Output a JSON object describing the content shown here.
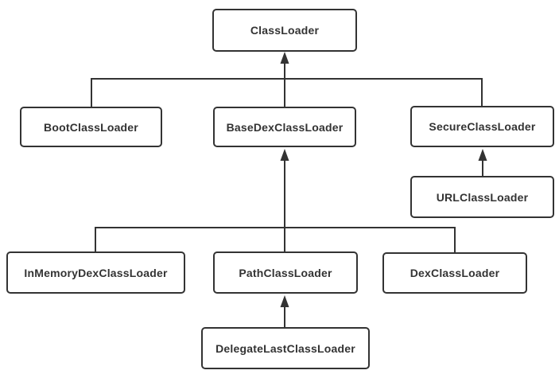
{
  "diagram": {
    "type": "class-hierarchy",
    "nodes": [
      {
        "id": "classloader",
        "label": "ClassLoader"
      },
      {
        "id": "bootclassloader",
        "label": "BootClassLoader"
      },
      {
        "id": "basedexclassloader",
        "label": "BaseDexClassLoader"
      },
      {
        "id": "secureclassloader",
        "label": "SecureClassLoader"
      },
      {
        "id": "urlclassloader",
        "label": "URLClassLoader"
      },
      {
        "id": "inmemorydexclassloader",
        "label": "InMemoryDexClassLoader"
      },
      {
        "id": "pathclassloader",
        "label": "PathClassLoader"
      },
      {
        "id": "dexclassloader",
        "label": "DexClassLoader"
      },
      {
        "id": "delegatelastclassloader",
        "label": "DelegateLastClassLoader"
      }
    ],
    "edges": [
      {
        "from": "BootClassLoader",
        "to": "ClassLoader",
        "relation": "extends"
      },
      {
        "from": "BaseDexClassLoader",
        "to": "ClassLoader",
        "relation": "extends"
      },
      {
        "from": "SecureClassLoader",
        "to": "ClassLoader",
        "relation": "extends"
      },
      {
        "from": "URLClassLoader",
        "to": "SecureClassLoader",
        "relation": "extends"
      },
      {
        "from": "InMemoryDexClassLoader",
        "to": "BaseDexClassLoader",
        "relation": "extends"
      },
      {
        "from": "PathClassLoader",
        "to": "BaseDexClassLoader",
        "relation": "extends"
      },
      {
        "from": "DexClassLoader",
        "to": "BaseDexClassLoader",
        "relation": "extends"
      },
      {
        "from": "DelegateLastClassLoader",
        "to": "PathClassLoader",
        "relation": "extends"
      }
    ],
    "colors": {
      "background": "#ffffff",
      "box_border": "#333333",
      "box_fill": "#ffffff",
      "text": "#333333",
      "line": "#333333"
    }
  }
}
